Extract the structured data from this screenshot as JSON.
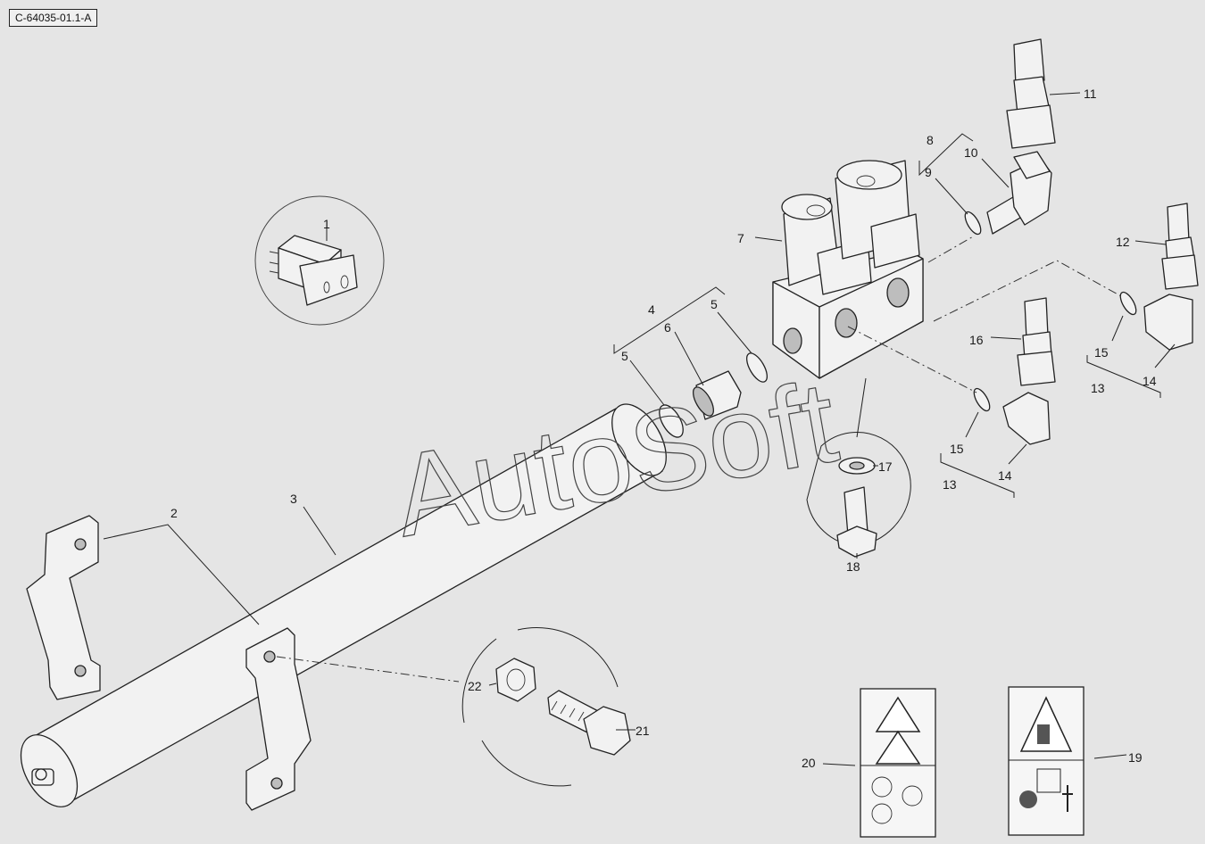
{
  "drawing_code": "C-64035-01.1-A",
  "watermark": "AutoSoft",
  "callouts": [
    {
      "id": "c1",
      "label": "1"
    },
    {
      "id": "c2",
      "label": "2"
    },
    {
      "id": "c3",
      "label": "3"
    },
    {
      "id": "c4",
      "label": "4"
    },
    {
      "id": "c5a",
      "label": "5"
    },
    {
      "id": "c5b",
      "label": "5"
    },
    {
      "id": "c6",
      "label": "6"
    },
    {
      "id": "c7",
      "label": "7"
    },
    {
      "id": "c8",
      "label": "8"
    },
    {
      "id": "c9",
      "label": "9"
    },
    {
      "id": "c10",
      "label": "10"
    },
    {
      "id": "c11",
      "label": "11"
    },
    {
      "id": "c12",
      "label": "12"
    },
    {
      "id": "c13a",
      "label": "13"
    },
    {
      "id": "c13b",
      "label": "13"
    },
    {
      "id": "c14a",
      "label": "14"
    },
    {
      "id": "c14b",
      "label": "14"
    },
    {
      "id": "c15a",
      "label": "15"
    },
    {
      "id": "c15b",
      "label": "15"
    },
    {
      "id": "c16",
      "label": "16"
    },
    {
      "id": "c17",
      "label": "17"
    },
    {
      "id": "c18",
      "label": "18"
    },
    {
      "id": "c19",
      "label": "19"
    },
    {
      "id": "c20",
      "label": "20"
    },
    {
      "id": "c21",
      "label": "21"
    },
    {
      "id": "c22",
      "label": "22"
    }
  ]
}
